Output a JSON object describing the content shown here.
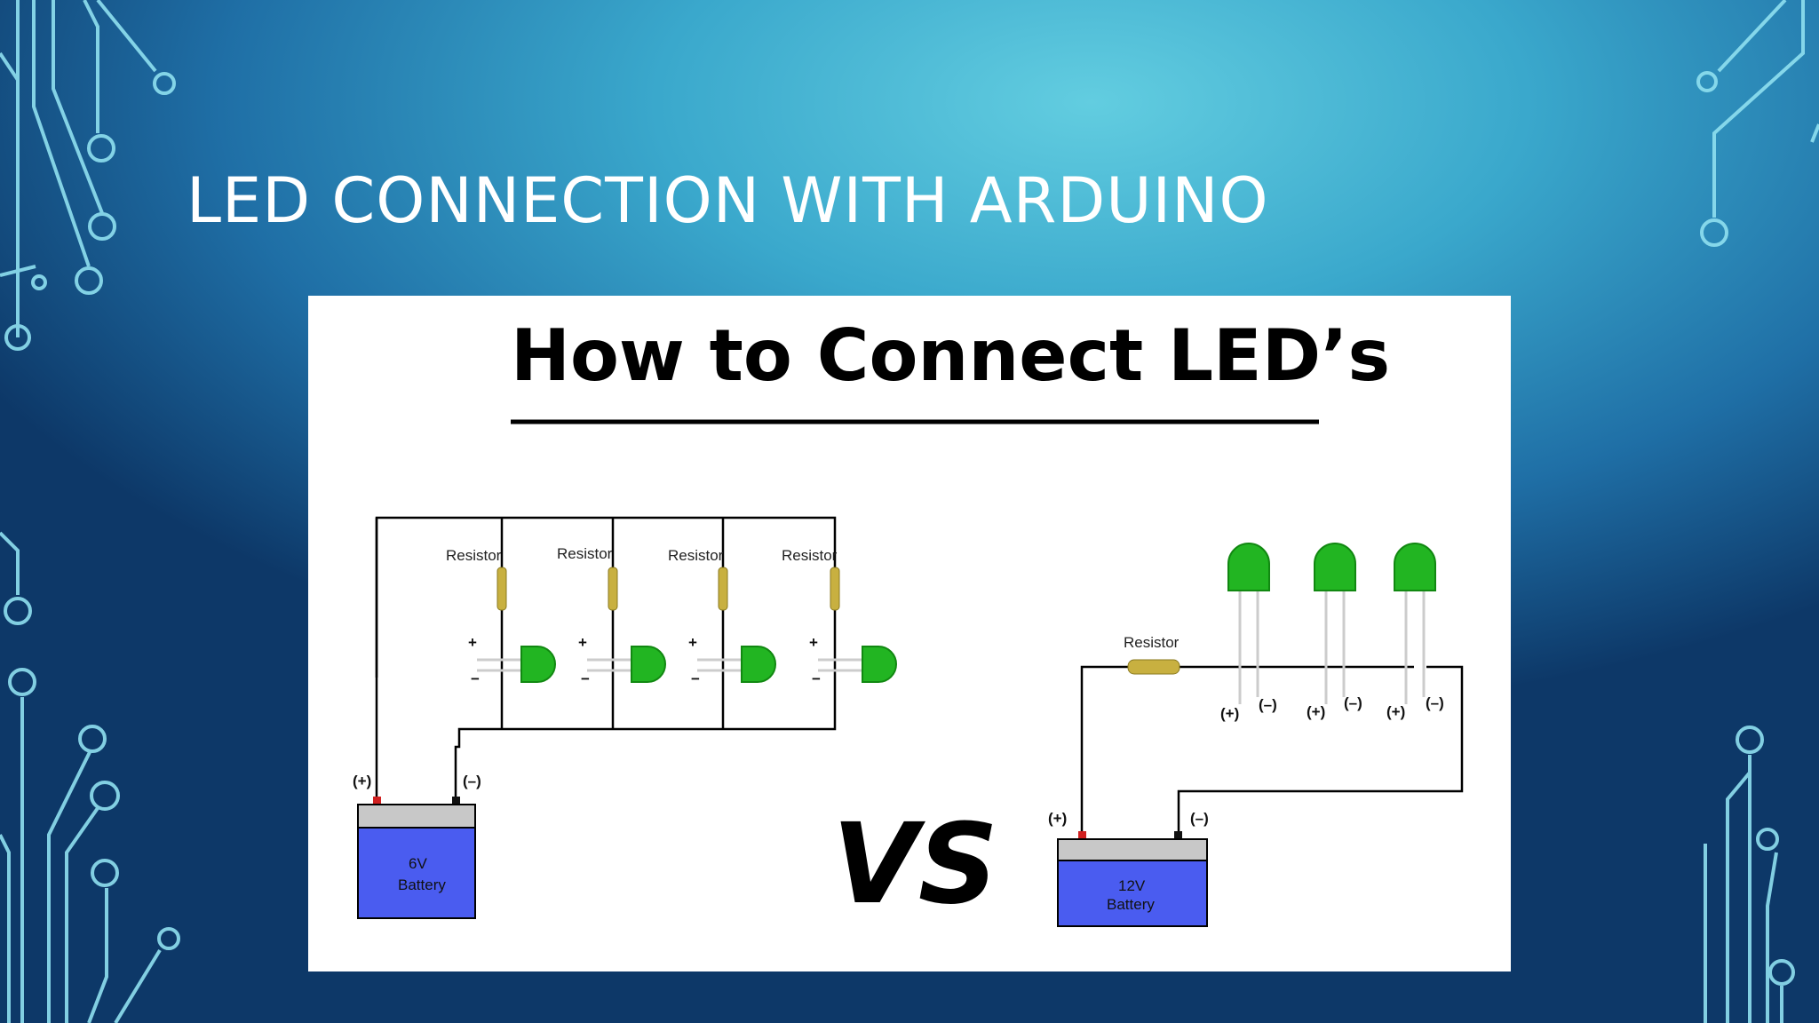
{
  "slide": {
    "title": "LED CONNECTION WITH ARDUINO"
  },
  "diagram": {
    "heading": "How to Connect LED’s",
    "comparison_label": "VS",
    "left_circuit": {
      "resistor_labels": [
        "Resistor",
        "Resistor",
        "Resistor",
        "Resistor"
      ],
      "battery_line1": "6V",
      "battery_line2": "Battery",
      "plus_label": "(+)",
      "minus_label": "(–)"
    },
    "right_circuit": {
      "resistor_label": "Resistor",
      "led_polarity": [
        "(+)",
        "(–)",
        "(+)",
        "(–)",
        "(+)",
        "(–)"
      ],
      "battery_line1": "12V",
      "battery_line2": "Battery",
      "plus_label": "(+)",
      "minus_label": "(–)"
    },
    "colors": {
      "led": "#22b522",
      "battery_body": "#4a5cf0",
      "battery_top": "#c8c8c8",
      "resistor": "#c8b040",
      "wire": "#000000"
    }
  }
}
